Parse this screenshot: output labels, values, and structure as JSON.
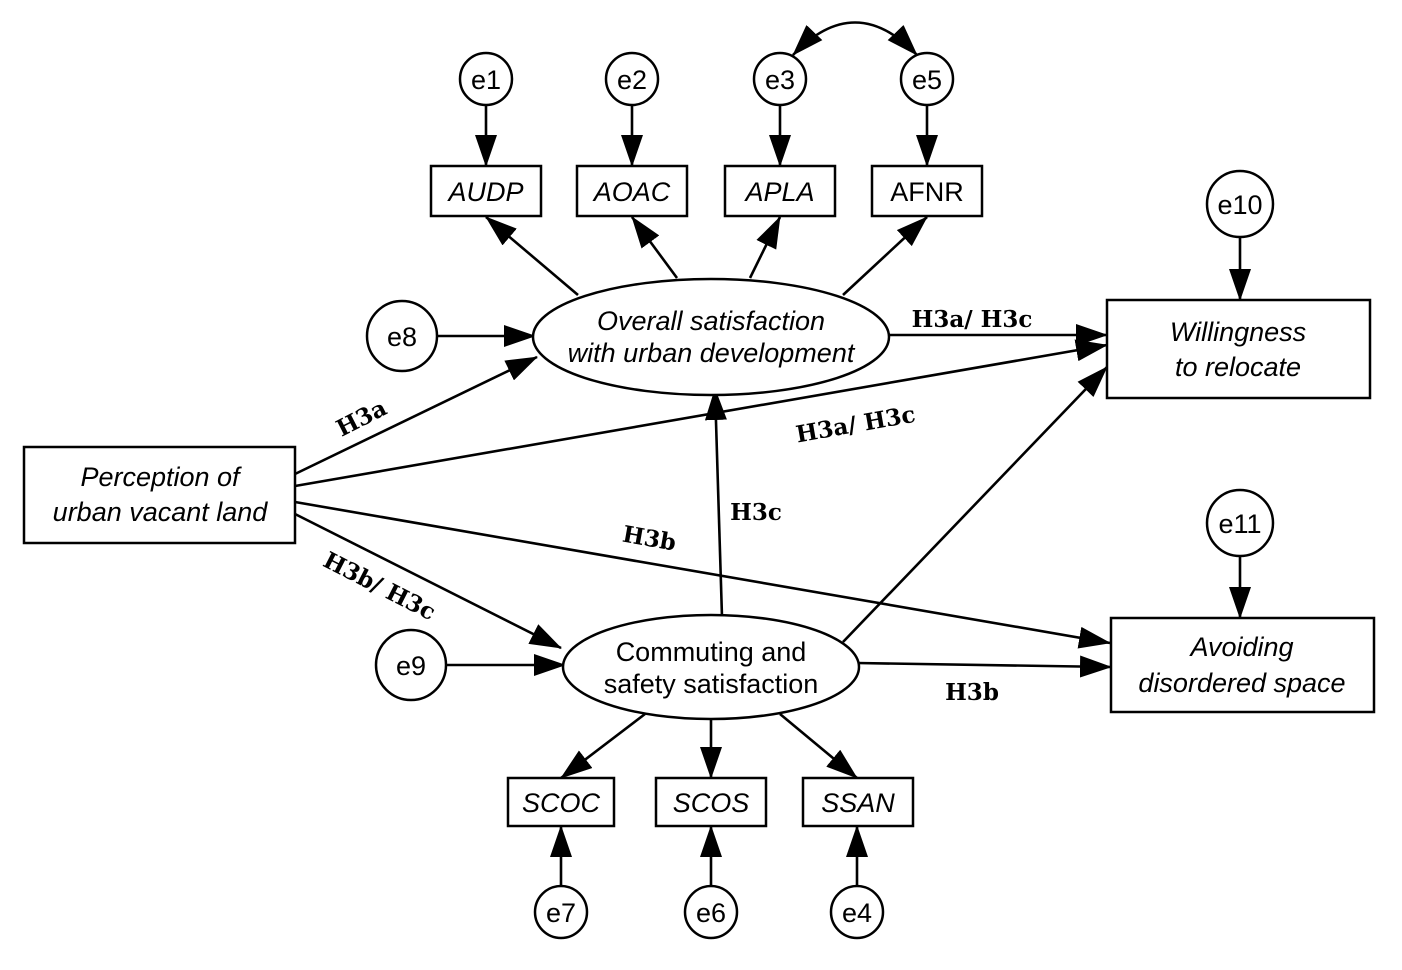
{
  "nodes": {
    "perception": {
      "line1": "Perception of",
      "line2": "urban vacant land"
    },
    "overall": {
      "line1": "Overall satisfaction",
      "line2": "with urban development"
    },
    "commuting": {
      "line1": "Commuting and",
      "line2": "safety satisfaction"
    },
    "willingness": {
      "line1": "Willingness",
      "line2": "to relocate"
    },
    "avoiding": {
      "line1": "Avoiding",
      "line2": "disordered space"
    }
  },
  "indicators": {
    "audp": "AUDP",
    "aoac": "AOAC",
    "apla": "APLA",
    "afnr": "AFNR",
    "scoc": "SCOC",
    "scos": "SCOS",
    "ssan": "SSAN"
  },
  "errors": {
    "e1": "e1",
    "e2": "e2",
    "e3": "e3",
    "e4": "e4",
    "e5": "e5",
    "e6": "e6",
    "e7": "e7",
    "e8": "e8",
    "e9": "e9",
    "e10": "e10",
    "e11": "e11"
  },
  "path_labels": {
    "h3a": "H3a",
    "h3a_h3c_top": "H3a/ H3c",
    "h3a_h3c_mid": "H3a/ H3c",
    "h3c": "H3c",
    "h3b_mid": "H3b",
    "h3b_h3c": "H3b/ H3c",
    "h3b_bottom": "H3b"
  }
}
